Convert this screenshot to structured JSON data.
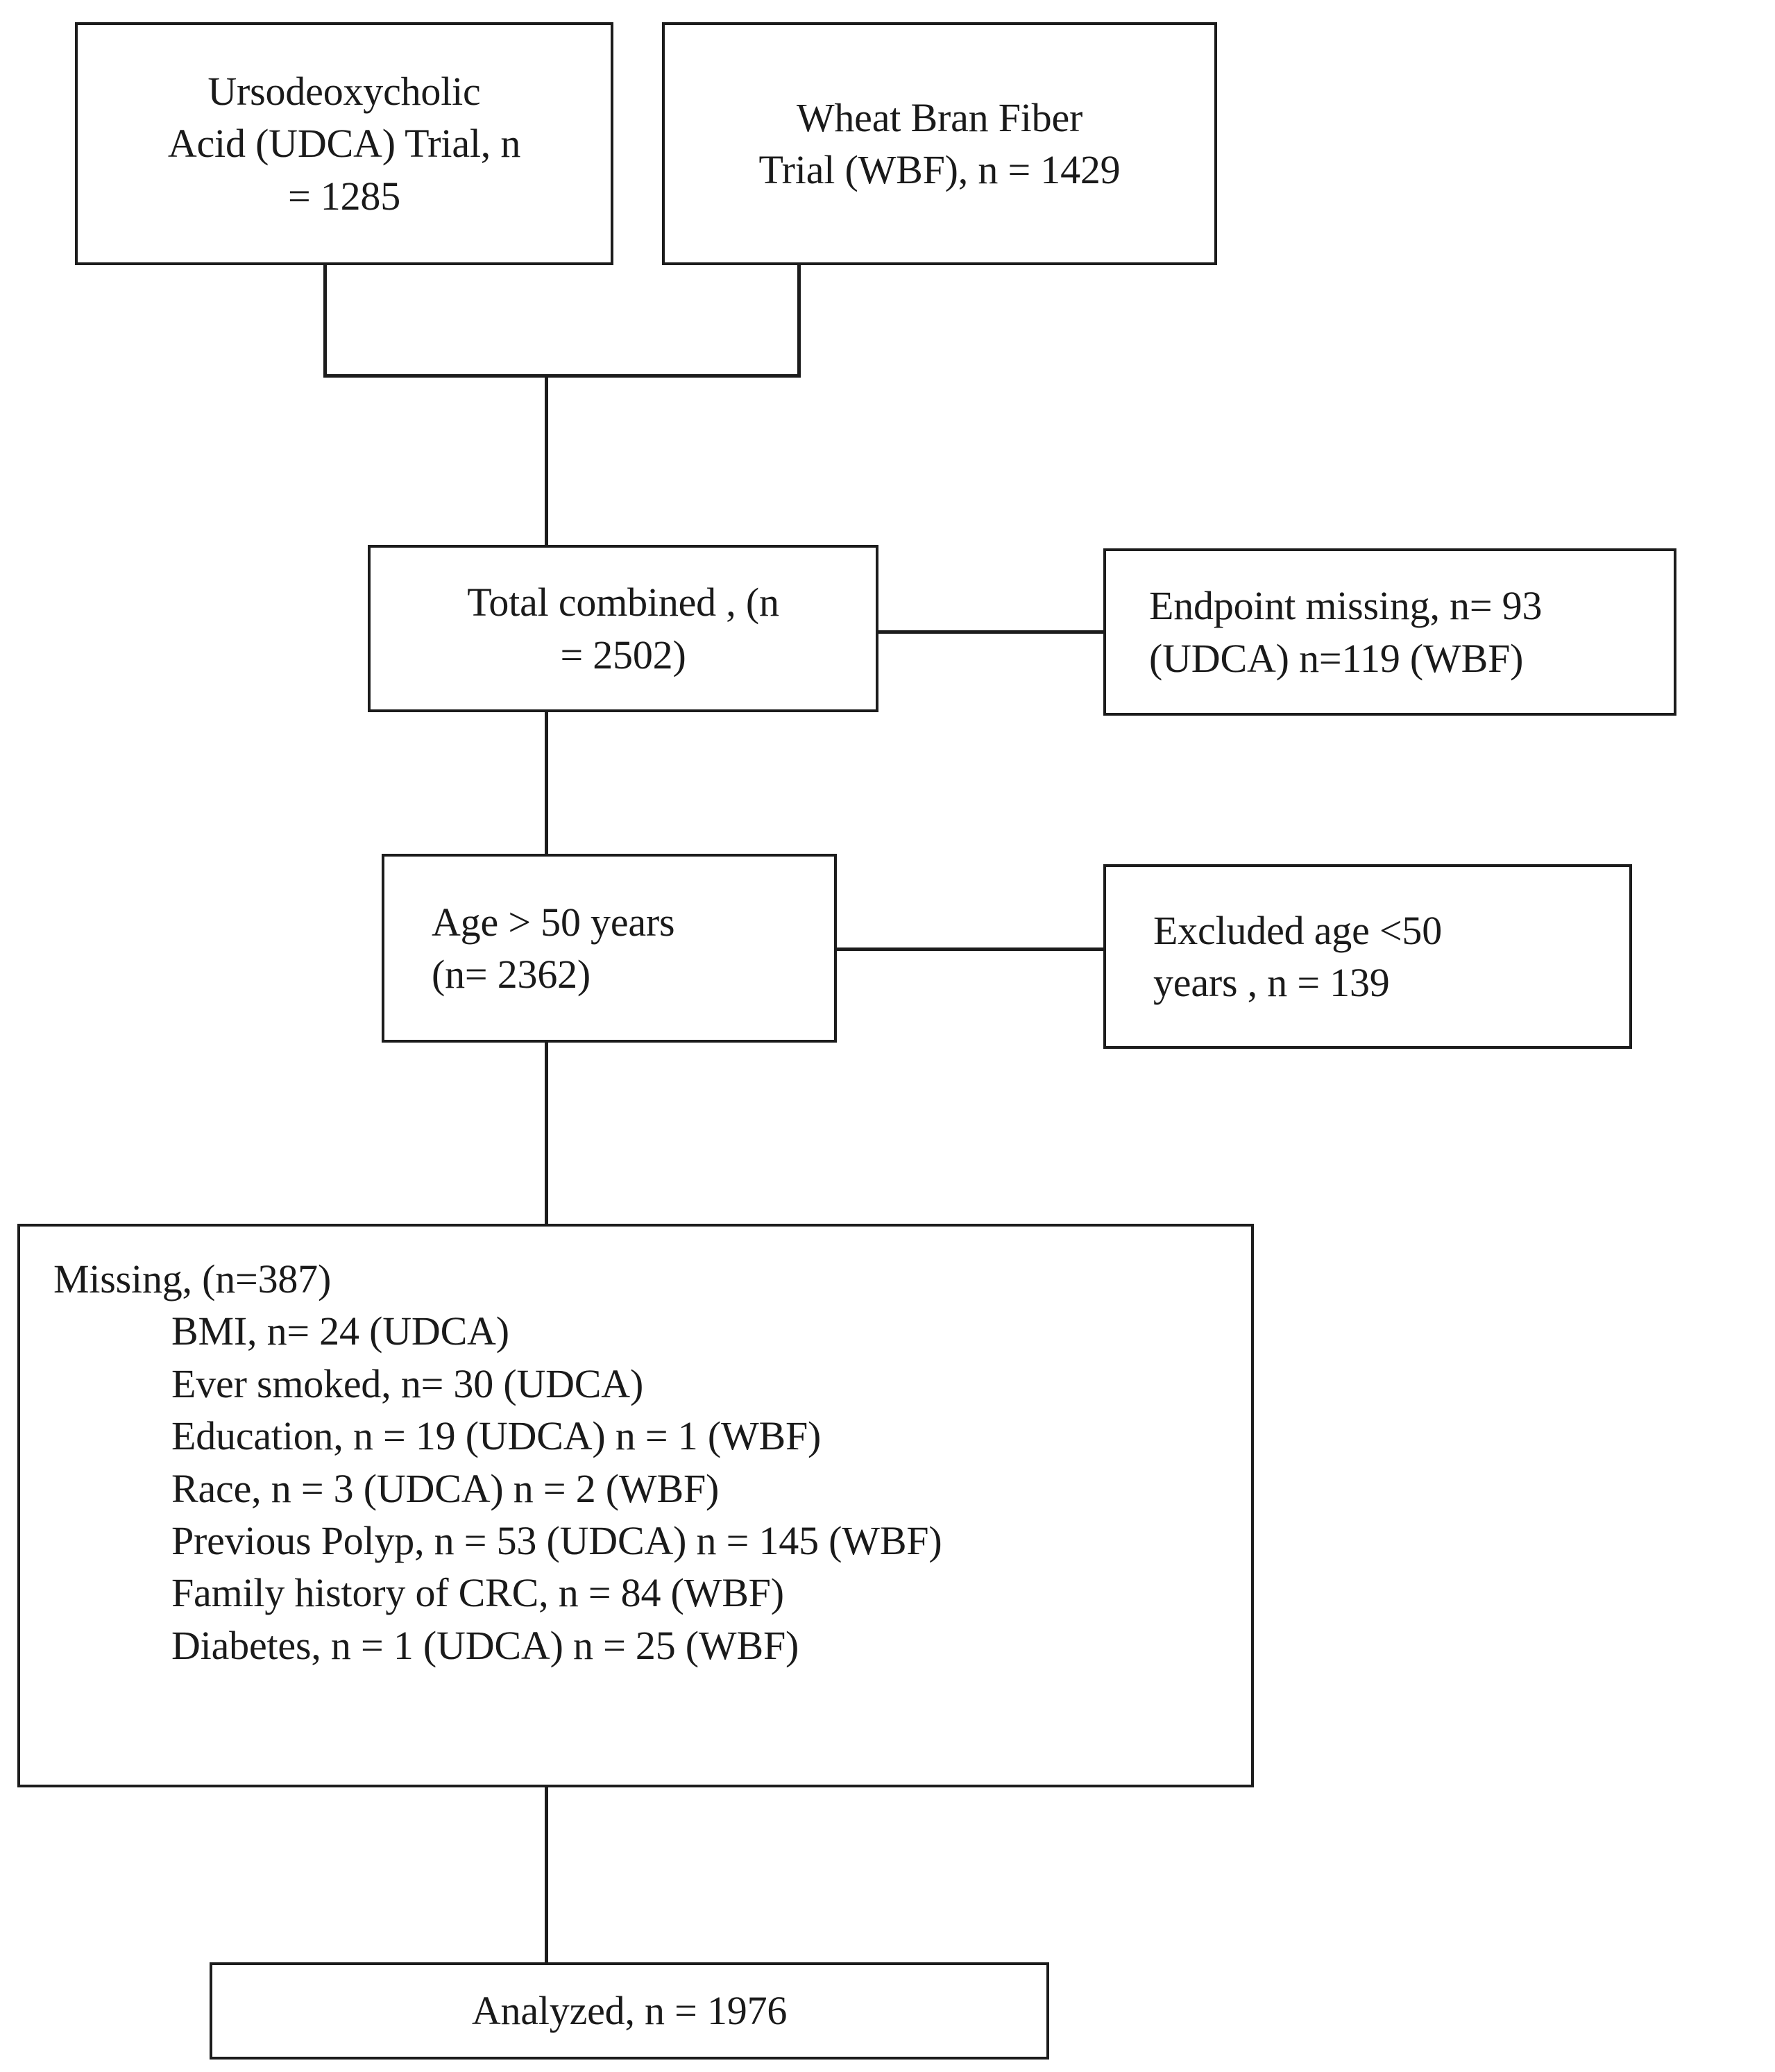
{
  "diagram": {
    "title": "Study population flow diagram",
    "type": "flowchart",
    "stroke_color": "#1c1c1c",
    "background_color": "#ffffff",
    "nodes": {
      "udca_trial": {
        "name": "Ursodeoxycholic Acid (UDCA) Trial",
        "lines": [
          "Ursodeoxycholic",
          "Acid (UDCA) Trial, n",
          "= 1285"
        ],
        "n": 1285
      },
      "wbf_trial": {
        "name": "Wheat Bran Fiber Trial (WBF)",
        "lines": [
          "Wheat Bran Fiber",
          "Trial (WBF), n = 1429"
        ],
        "n": 1429
      },
      "total_combined": {
        "name": "Total combined",
        "lines": [
          "Total combined , (n",
          "= 2502)"
        ],
        "n": 2502
      },
      "endpoint_missing": {
        "name": "Endpoint missing",
        "lines": [
          "Endpoint missing, n= 93",
          "(UDCA) n=119 (WBF)"
        ],
        "n_udca": 93,
        "n_wbf": 119
      },
      "age_over_50": {
        "name": "Age greater than 50 years",
        "lines": [
          "Age > 50 years",
          "(n= 2362)"
        ],
        "n": 2362
      },
      "excluded_age": {
        "name": "Excluded age under 50 years",
        "lines": [
          "Excluded age <50",
          "years , n = 139"
        ],
        "n": 139
      },
      "missing": {
        "name": "Missing covariate data",
        "header": "Missing, (n=387)",
        "n": 387,
        "items": [
          "BMI, n= 24 (UDCA)",
          "Ever smoked, n= 30 (UDCA)",
          "Education, n = 19 (UDCA) n = 1 (WBF)",
          "Race, n = 3 (UDCA) n = 2 (WBF)",
          "Previous Polyp, n = 53 (UDCA) n = 145 (WBF)",
          "Family history of CRC, n = 84 (WBF)",
          "Diabetes, n = 1 (UDCA) n = 25 (WBF)"
        ]
      },
      "analyzed": {
        "name": "Analyzed",
        "lines": [
          "Analyzed, n = 1976"
        ],
        "n": 1976
      }
    }
  }
}
